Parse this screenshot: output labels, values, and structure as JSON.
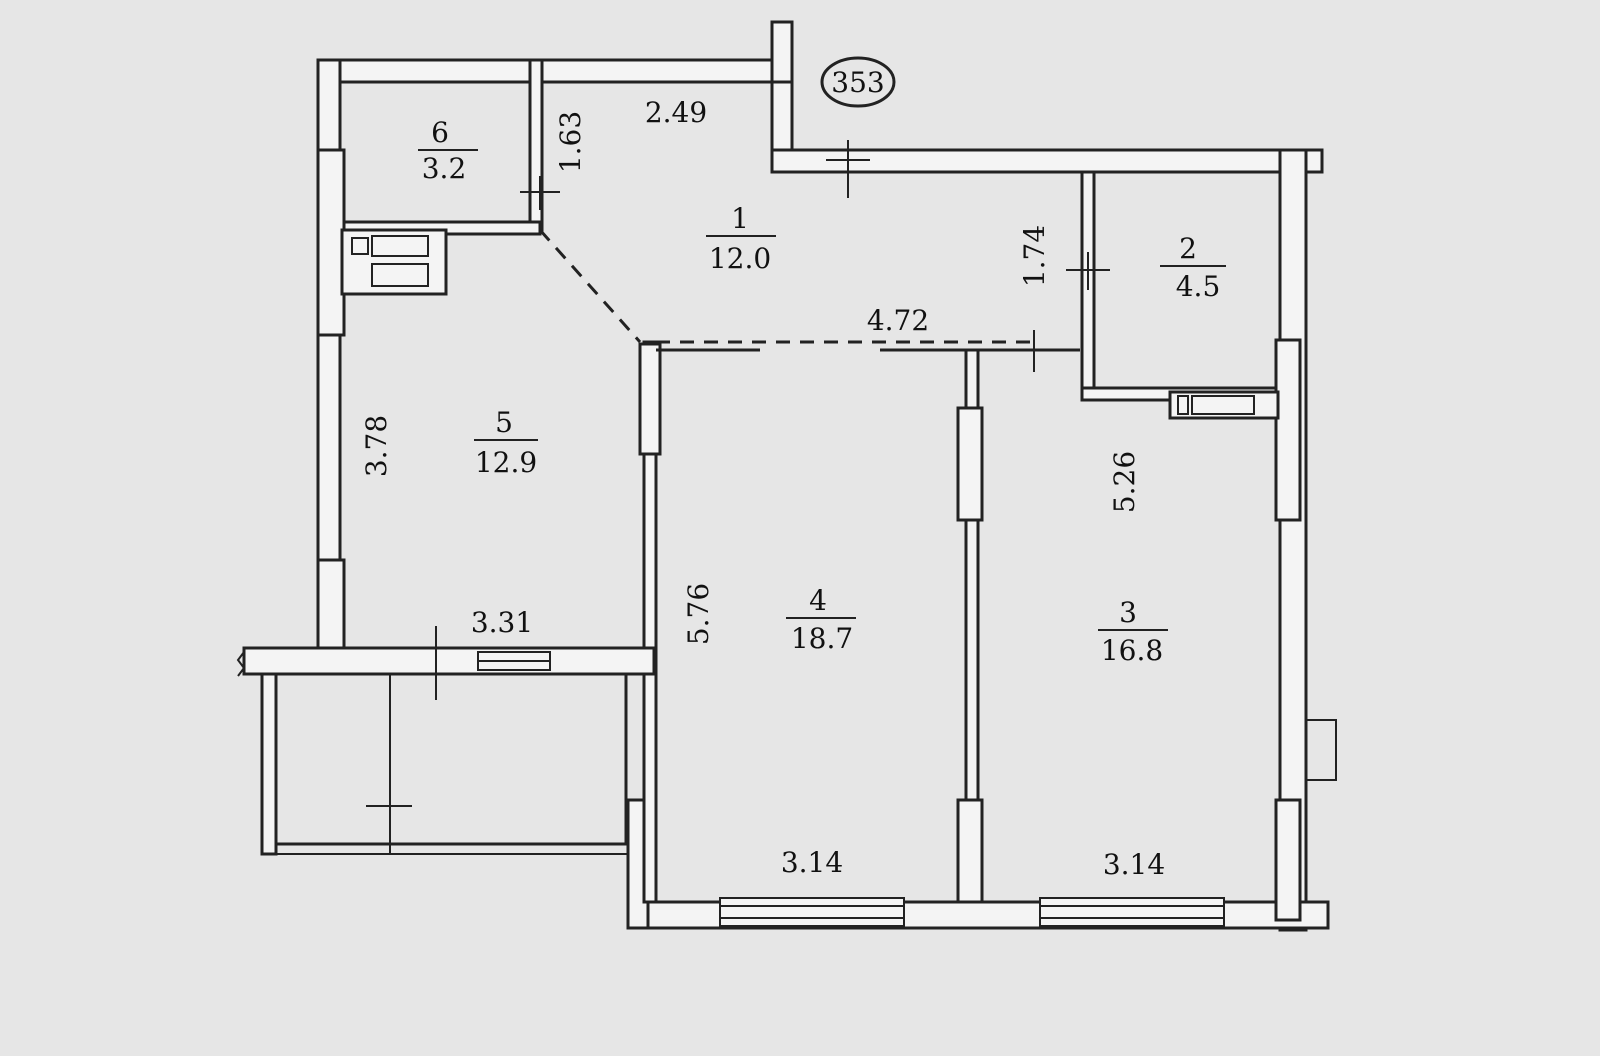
{
  "apartment_number": "353",
  "rooms": [
    {
      "id": "room-1",
      "number": "1",
      "area": "12.0"
    },
    {
      "id": "room-2",
      "number": "2",
      "area": "4.5"
    },
    {
      "id": "room-3",
      "number": "3",
      "area": "16.8"
    },
    {
      "id": "room-4",
      "number": "4",
      "area": "18.7"
    },
    {
      "id": "room-5",
      "number": "5",
      "area": "12.9"
    },
    {
      "id": "room-6",
      "number": "6",
      "area": "3.2"
    }
  ],
  "dimensions": {
    "d_249": "2.49",
    "d_163": "1.63",
    "d_174": "1.74",
    "d_472": "4.72",
    "d_378": "3.78",
    "d_576": "5.76",
    "d_526": "5.26",
    "d_331": "3.31",
    "d_314_left": "3.14",
    "d_314_right": "3.14"
  },
  "colors": {
    "background": "#e6e6e6",
    "ink": "#111111",
    "wall_fill": "#f4f4f4"
  }
}
